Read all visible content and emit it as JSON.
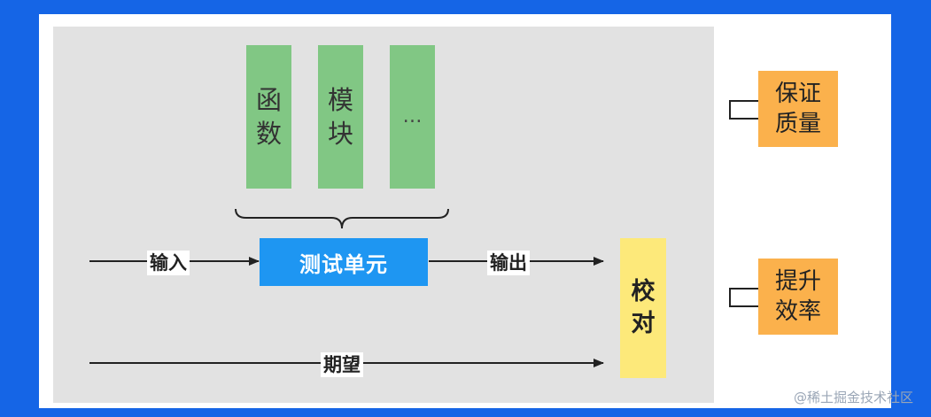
{
  "components": {
    "function": "函数",
    "module": "模块",
    "more": "…"
  },
  "test_unit": "测试单元",
  "input_label": "输入",
  "output_label": "输出",
  "expected_label": "期望",
  "check_label": "校对",
  "outcomes": {
    "quality": "保证质量",
    "efficiency": "提升效率"
  },
  "watermark": "@稀土掘金技术社区",
  "colors": {
    "background": "#1565e6",
    "panel": "#e2e2e2",
    "component": "#81c784",
    "test_unit": "#1e96f2",
    "check": "#fde97a",
    "outcome": "#fbb14c"
  }
}
